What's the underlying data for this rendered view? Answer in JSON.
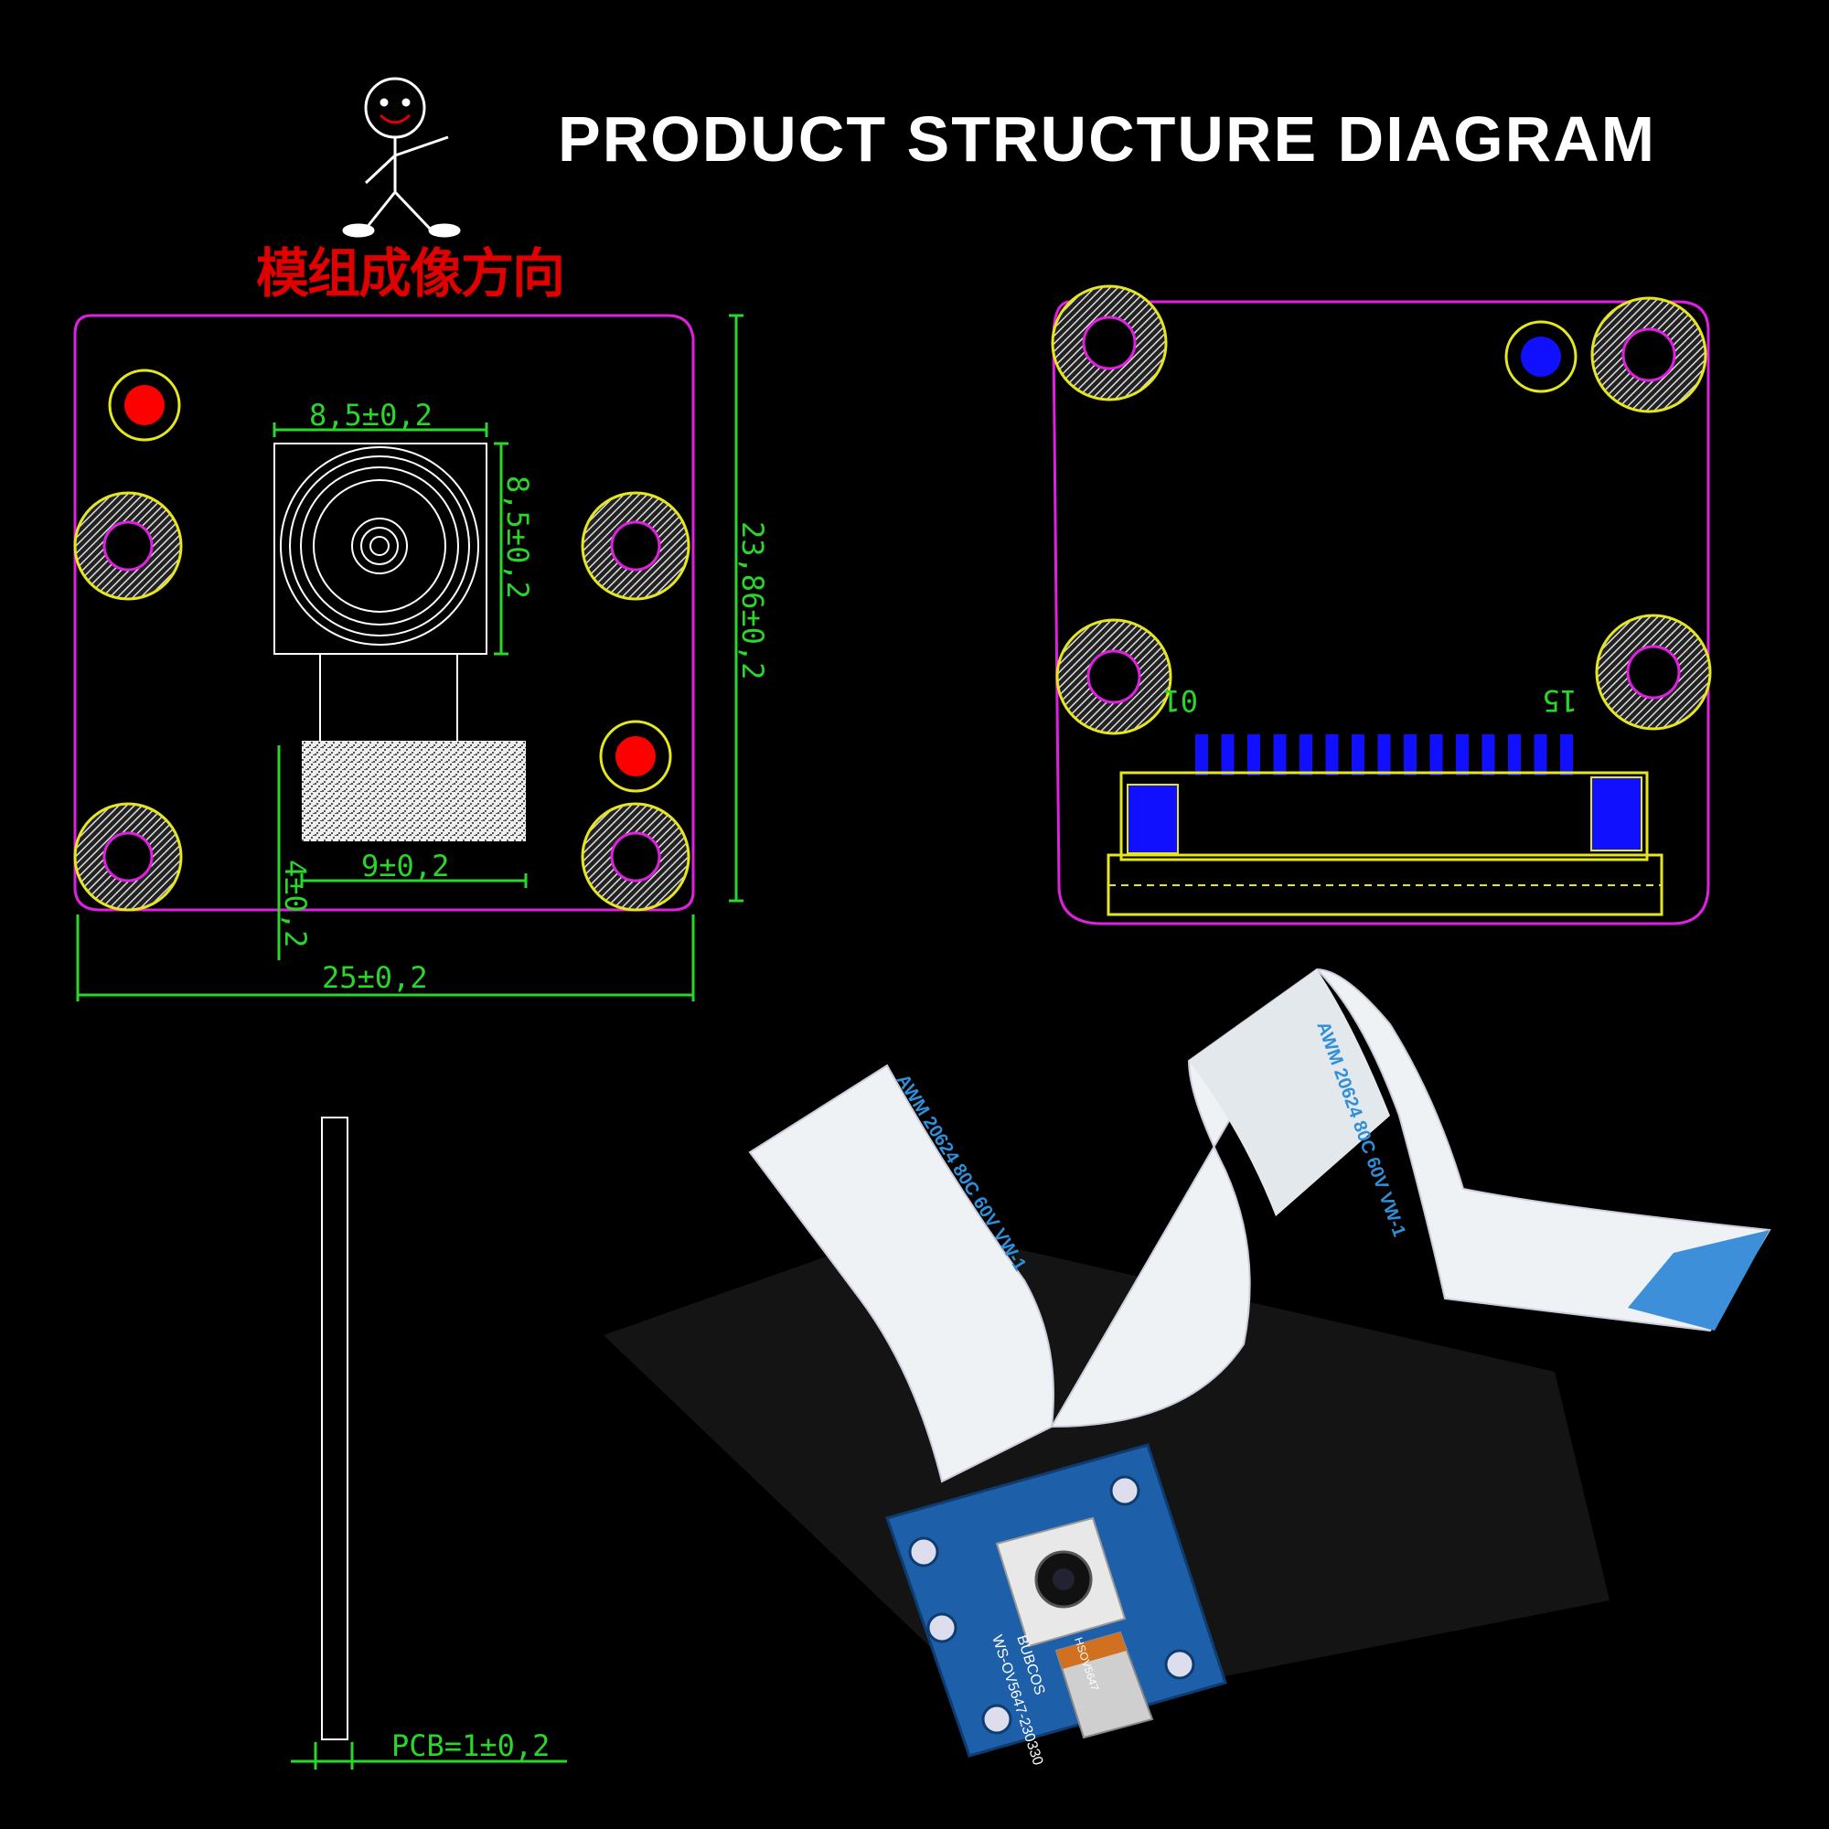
{
  "title": "PRODUCT STRUCTURE DIAGRAM",
  "orientation_caption": "模组成像方向",
  "dimensions": {
    "lens_width": "8,5±0,2",
    "lens_height": "8,5±0,2",
    "board_height": "23,86±0,2",
    "connector_width": "9±0,2",
    "connector_offset": "4±0,2",
    "board_width": "25±0,2",
    "pcb_thickness": "PCB=1±0,2"
  },
  "connector_pins": {
    "first": "01",
    "last": "15"
  },
  "board_labels": {
    "brand": "BUBCOS",
    "model": "WS-OV5647-230330",
    "sensor": "HSOV5647"
  },
  "cable_print": "AWM 20624 80C 60V VW-1",
  "colors": {
    "outline": "#e020e0",
    "dimension": "#2bd62b",
    "pad_ring": "#e6e620",
    "pin": "#1010ff",
    "red_dot": "#ff0000",
    "board": "#1d5fa8"
  }
}
